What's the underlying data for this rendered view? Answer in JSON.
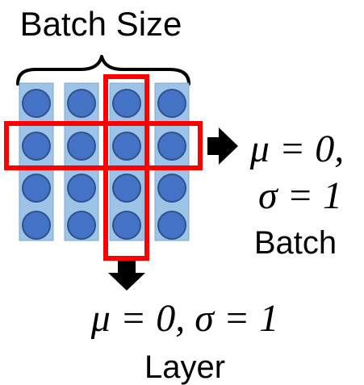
{
  "title": "Batch Size",
  "grid": {
    "columns": 4,
    "rows": 4,
    "column_fill": "#9DC3E6",
    "circle_fill": "#4472C4",
    "circle_stroke": "#2F528F",
    "highlight_color": "#FF0000",
    "highlighted_row": 2,
    "highlighted_column": 3
  },
  "batch_result": {
    "line1": "μ = 0,",
    "line2": "σ = 1",
    "label": "Batch"
  },
  "layer_result": {
    "line1": "μ = 0, σ = 1",
    "label": "Layer"
  }
}
